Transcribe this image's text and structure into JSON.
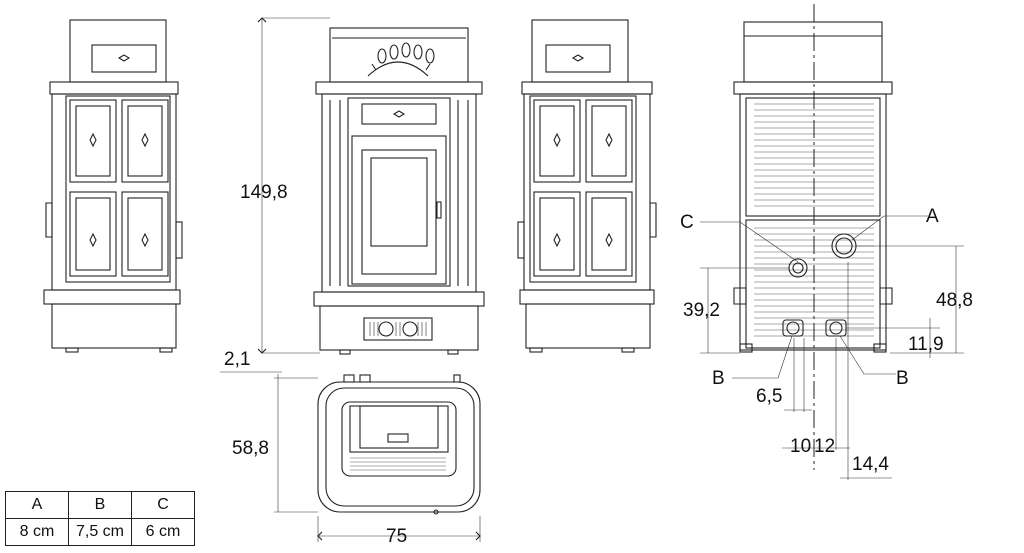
{
  "dimensions": {
    "height_total": "149,8",
    "wall_gap": "2,1",
    "depth": "58,8",
    "width": "75",
    "conn_a_height": "48,8",
    "conn_c_height": "39,2",
    "conn_b_height": "11,9",
    "offset_b1": "6,5",
    "offset_b2": "10",
    "offset_c": "12",
    "offset_a": "14,4"
  },
  "callouts": {
    "a": "A",
    "b_left": "B",
    "b_right": "B",
    "c": "C"
  },
  "connections_table": {
    "headers": [
      "A",
      "B",
      "C"
    ],
    "values": [
      "8 cm",
      "7,5 cm",
      "6 cm"
    ]
  }
}
